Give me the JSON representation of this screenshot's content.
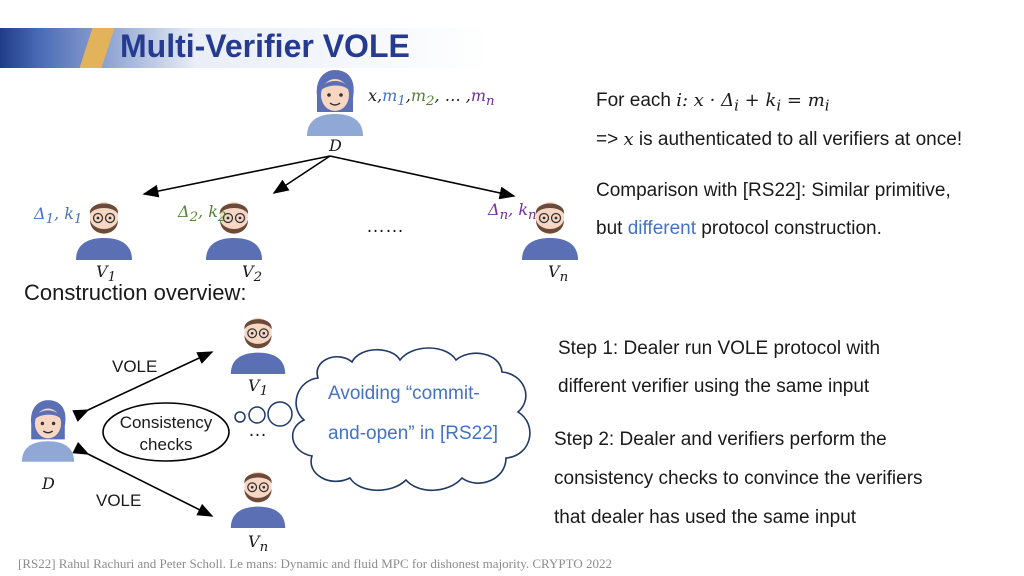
{
  "slide": {
    "title": "Multi-Verifier VOLE",
    "dealer_label": "D",
    "dealer_inputs": {
      "x": "x,",
      "m1": "m",
      "m1_sub": "1",
      "sep1": ",",
      "m2": "m",
      "m2_sub": "2",
      "rest": ", … ,",
      "mn": "m",
      "mn_sub": "n"
    },
    "verifiers": [
      {
        "label": "V",
        "sub": "1",
        "key": "Δ",
        "key_sub": "1",
        "k": "k",
        "k_sub": "1"
      },
      {
        "label": "V",
        "sub": "2",
        "key": "Δ",
        "key_sub": "2",
        "k": "k",
        "k_sub": "2"
      },
      {
        "label": "V",
        "sub": "n",
        "key": "Δ",
        "key_sub": "n",
        "k": "k",
        "k_sub": "n"
      }
    ],
    "ellipsis": "……",
    "right_text": {
      "line1_prefix": "For each ",
      "line1_math": "i: x · Δ",
      "line1_math_sub": "i",
      "line1_math2": " + k",
      "line1_math2_sub": "i",
      "line1_math3": " = m",
      "line1_math3_sub": "i",
      "line2_prefix": "=> ",
      "line2_math": "x",
      "line2_suffix": " is authenticated to all verifiers at once!",
      "line3": "Comparison with [RS22]: Similar primitive,",
      "line4_prefix": "but ",
      "line4_highlight": "different",
      "line4_suffix": " protocol construction."
    },
    "construction": {
      "heading": "Construction overview:",
      "vole_top": "VOLE",
      "vole_bottom": "VOLE",
      "consistency_line1": "Consistency",
      "consistency_line2": "checks",
      "dots": "…",
      "dealer_label": "D",
      "v1_label": "V",
      "v1_sub": "1",
      "vn_label": "V",
      "vn_sub": "n",
      "cloud_line1": "Avoiding “commit-",
      "cloud_line2": "and-open” in [RS22]",
      "step1_line1": "Step 1: Dealer run VOLE protocol with",
      "step1_line2": "different verifier using the same input",
      "step2_line1": "Step 2: Dealer and verifiers perform the",
      "step2_line2": "consistency checks to convince the verifiers",
      "step2_line3": "that dealer has used the same input"
    },
    "reference": "[RS22] Rahul Rachuri and Peter Scholl. Le mans: Dynamic and fluid MPC for dishonest majority. CRYPTO 2022"
  }
}
